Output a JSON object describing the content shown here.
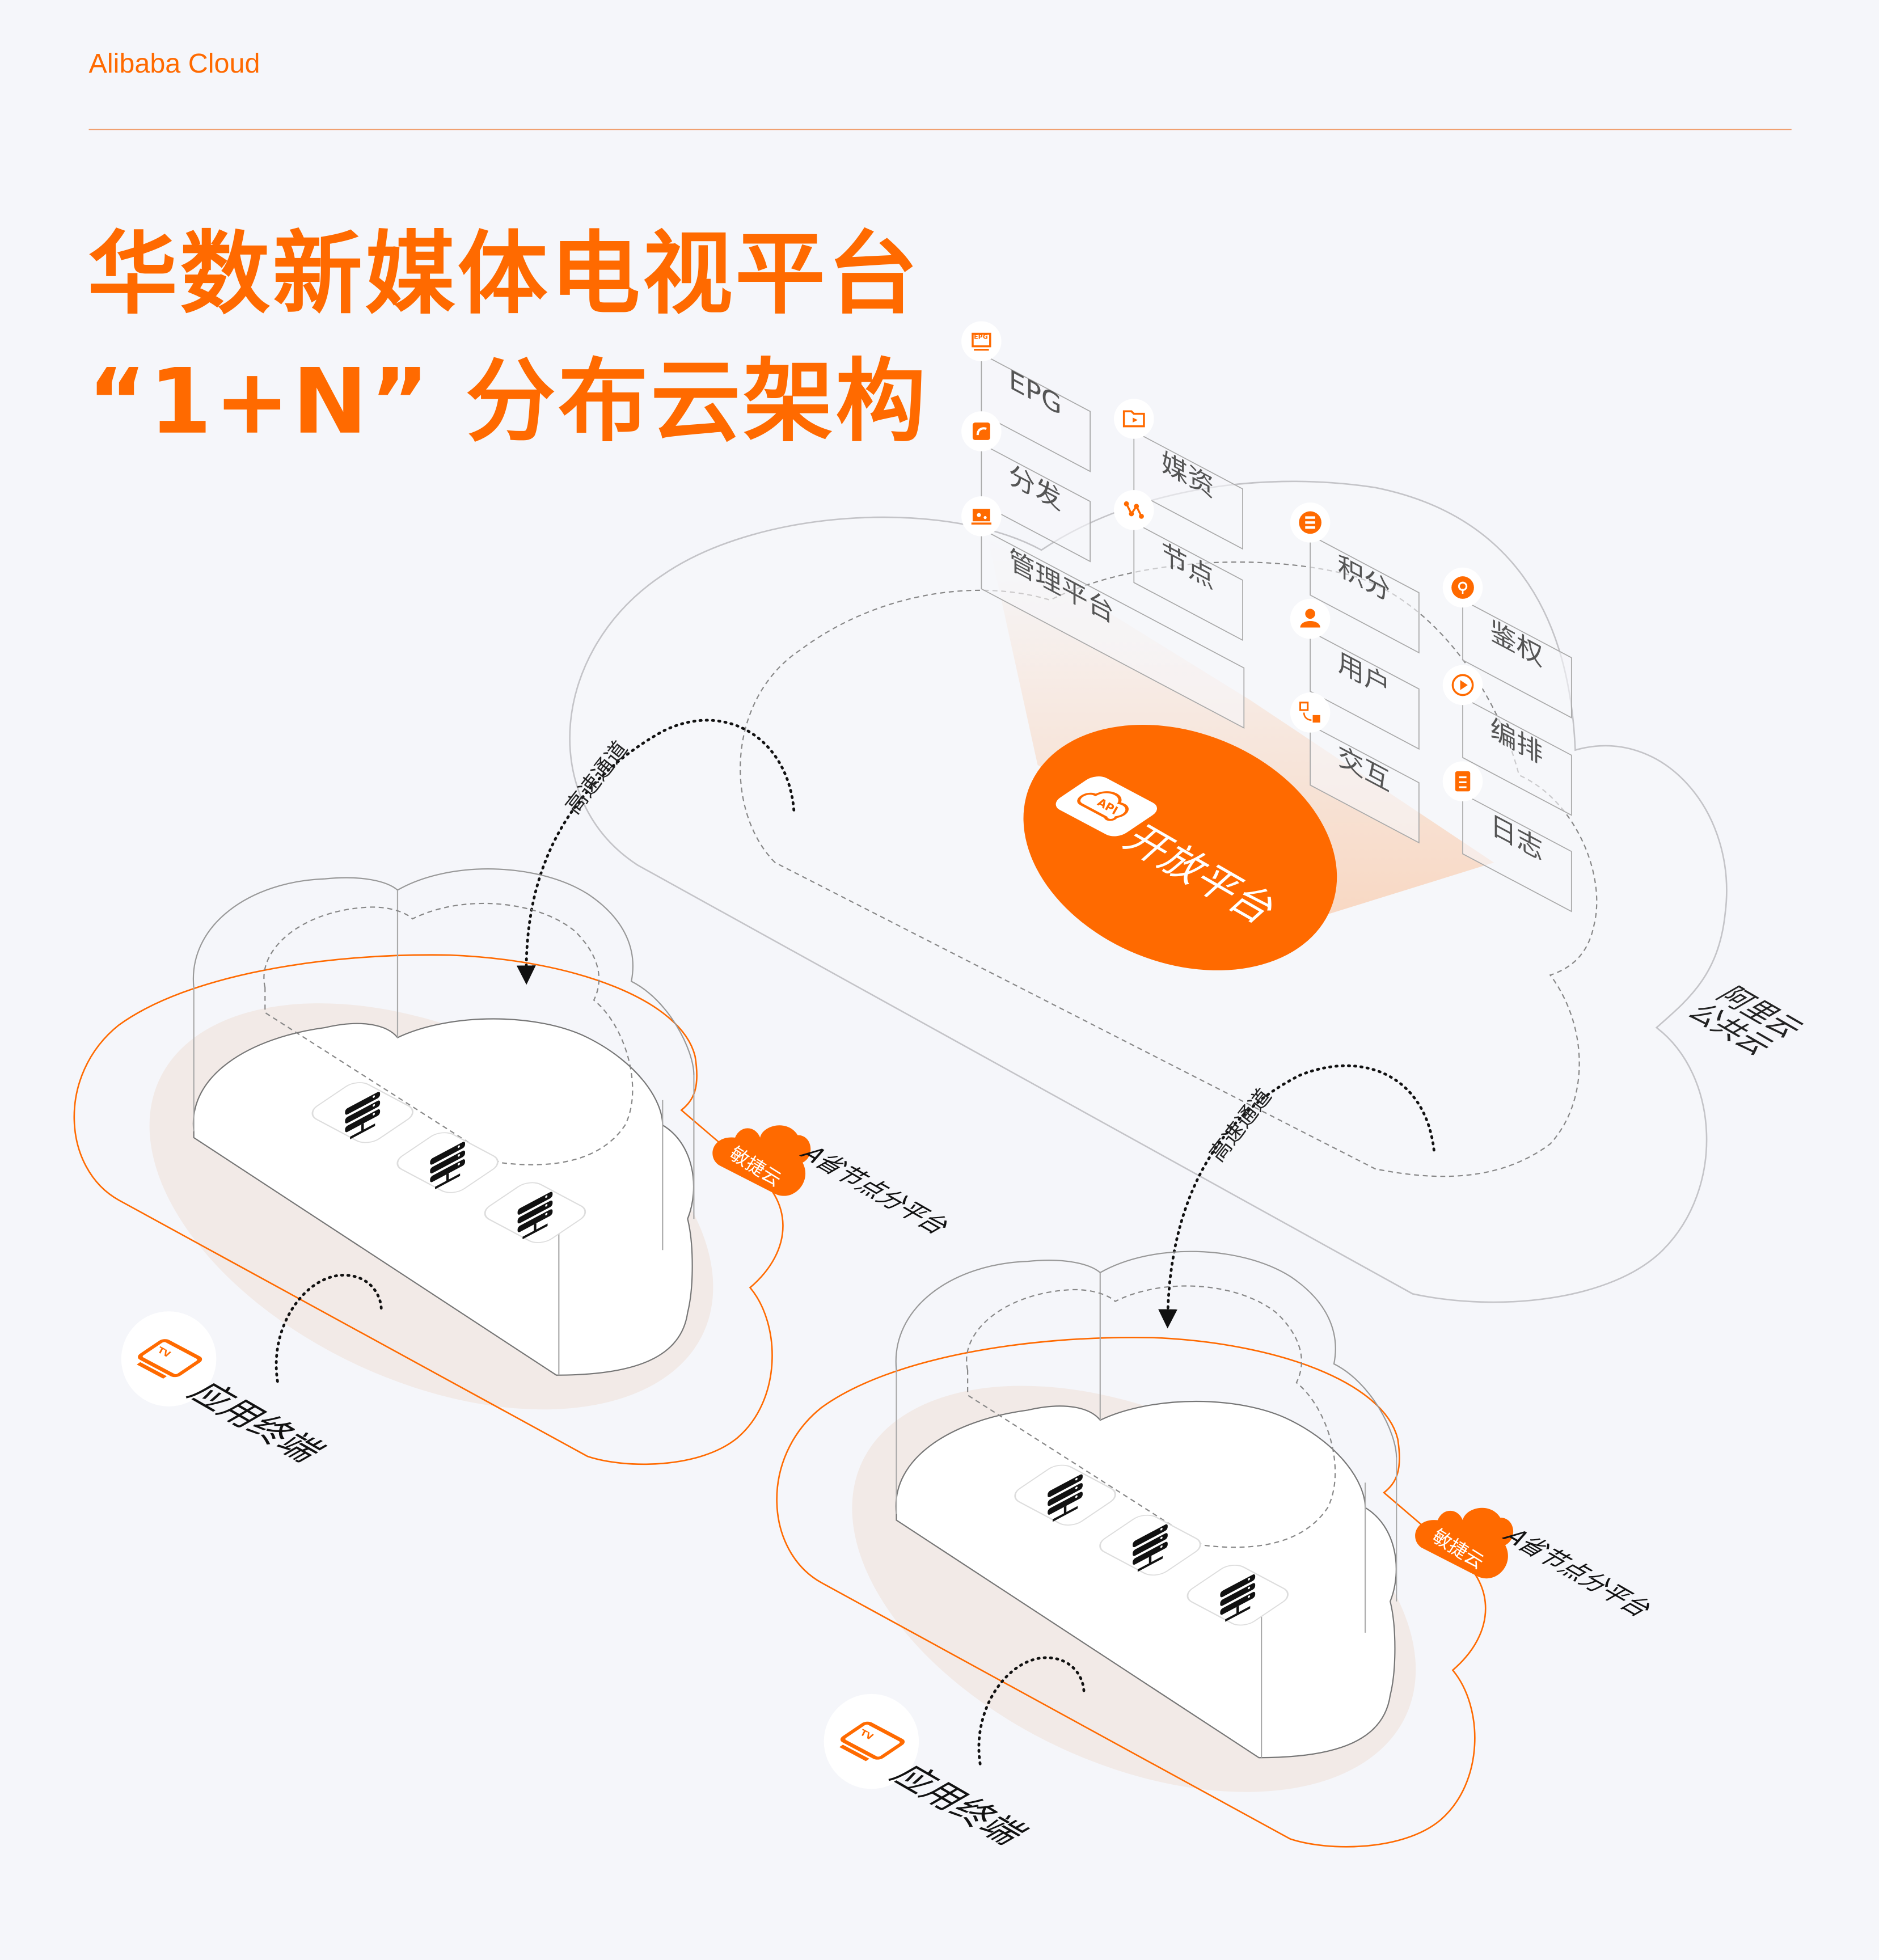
{
  "brand": "Alibaba Cloud",
  "title": {
    "line1": "华数新媒体电视平台",
    "line2": "“1+N” 分布云架构"
  },
  "public_cloud": {
    "label_line1": "阿里云",
    "label_line2": "公共云"
  },
  "open_platform": {
    "label": "开放平台",
    "icon_text": "API"
  },
  "modules": [
    {
      "label": "EPG",
      "icon": "epg-monitor-icon",
      "icon_text": "EPG"
    },
    {
      "label": "分发",
      "icon": "share-arrow-icon"
    },
    {
      "label": "管理平台",
      "icon": "settings-laptop-icon"
    },
    {
      "label": "媒资",
      "icon": "media-folder-icon"
    },
    {
      "label": "节点",
      "icon": "node-graph-icon"
    },
    {
      "label": "积分",
      "icon": "database-coins-icon"
    },
    {
      "label": "用户",
      "icon": "user-icon"
    },
    {
      "label": "交互",
      "icon": "interaction-sync-icon"
    },
    {
      "label": "鉴权",
      "icon": "shield-key-icon"
    },
    {
      "label": "编排",
      "icon": "play-circle-icon"
    },
    {
      "label": "日志",
      "icon": "log-list-icon"
    }
  ],
  "channels": [
    "高速通道",
    "高速通道"
  ],
  "nodes": [
    {
      "badge": "敏捷云",
      "name": "A省节点分平台",
      "terminal": "应用终端",
      "tv_icon_text": "TV"
    },
    {
      "badge": "敏捷云",
      "name": "A省节点分平台",
      "terminal": "应用终端",
      "tv_icon_text": "TV"
    }
  ],
  "colors": {
    "accent": "#ff6a00",
    "background": "#f5f6fa",
    "outline": "#c4c4c8"
  }
}
